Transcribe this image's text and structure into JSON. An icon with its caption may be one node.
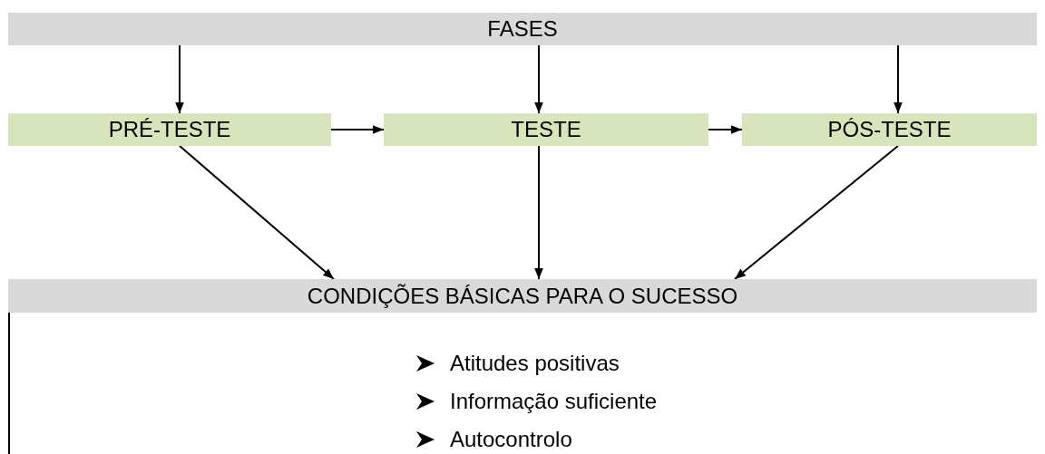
{
  "diagram": {
    "nodes": [
      {
        "text": [
          "FASES"
        ]
      },
      {
        "text": [
          "PRÉ-TESTE"
        ]
      },
      {
        "text": [
          "TESTE"
        ]
      },
      {
        "text": [
          "PÓS-TESTE"
        ]
      },
      {
        "text": [
          "CONDIÇÕES BÁSICAS PARA O SUCESSO"
        ]
      }
    ],
    "edges": [
      {
        "from": 0,
        "to": 1,
        "arrow": "to"
      },
      {
        "from": 0,
        "to": 2,
        "arrow": "to"
      },
      {
        "from": 0,
        "to": 3,
        "arrow": "to"
      },
      {
        "from": 1,
        "to": 2,
        "arrow": "to"
      },
      {
        "from": 2,
        "to": 3,
        "arrow": "to"
      },
      {
        "from": 1,
        "to": 4,
        "arrow": "to"
      },
      {
        "from": 2,
        "to": 4,
        "arrow": "to"
      },
      {
        "from": 3,
        "to": 4,
        "arrow": "to"
      }
    ],
    "labels": [
      "Atitudes positivas",
      "Informação suficiente",
      "Autocontrolo"
    ]
  }
}
